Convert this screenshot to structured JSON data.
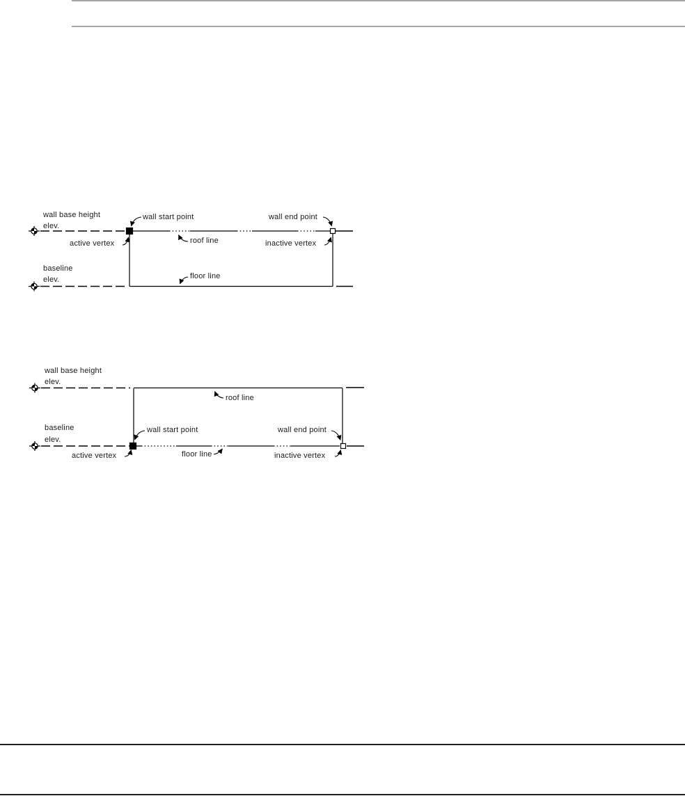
{
  "page": {
    "background": "#ffffff",
    "top_rules_color": "#a7a7a9",
    "bottom_rules_color": "#1f1f1f",
    "line_color": "#000000"
  },
  "diagrams": [
    {
      "id": "wall-section-reference-above-baseline",
      "labels": {
        "wall_base_height": "wall base height",
        "wall_base_height_elev": "elev.",
        "baseline": "baseline",
        "baseline_elev": "elev.",
        "wall_start_point": "wall start point",
        "wall_end_point": "wall end point",
        "active_vertex": "active vertex",
        "inactive_vertex": "inactive vertex",
        "roof_line": "roof line",
        "floor_line": "floor line"
      },
      "icons": {
        "elevation_marker": "crosshair-level-icon",
        "active_vertex_marker": "filled-square",
        "inactive_vertex_marker": "open-square"
      }
    },
    {
      "id": "wall-section-reference-at-baseline",
      "labels": {
        "wall_base_height": "wall base height",
        "wall_base_height_elev": "elev.",
        "baseline": "baseline",
        "baseline_elev": "elev.",
        "wall_start_point": "wall start point",
        "wall_end_point": "wall end point",
        "active_vertex": "active vertex",
        "inactive_vertex": "inactive vertex",
        "roof_line": "roof line",
        "floor_line": "floor line"
      },
      "icons": {
        "elevation_marker": "crosshair-level-icon",
        "active_vertex_marker": "filled-square",
        "inactive_vertex_marker": "open-square"
      }
    }
  ]
}
